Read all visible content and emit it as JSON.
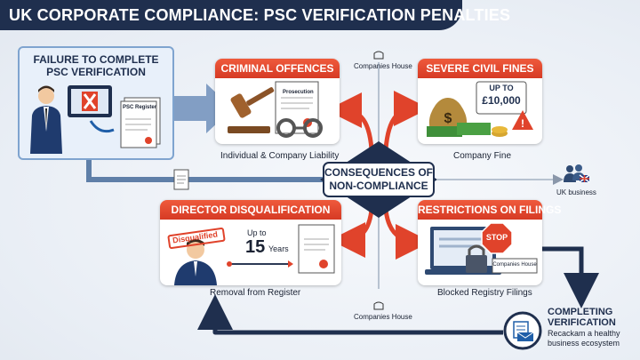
{
  "title": "UK CORPORATE COMPLIANCE: PSC VERIFICATION PENALTIES",
  "failure": {
    "heading_line1": "FAILURE TO COMPLETE",
    "heading_line2": "PSC VERIFICATION",
    "doc_label": "PSC Register"
  },
  "center": {
    "line1": "CONSEQUENCES OF",
    "line2": "NON-COMPLIANCE"
  },
  "labels": {
    "companies_house_top": "Companies House",
    "companies_house_bottom": "Companies House",
    "uk_business": "UK business"
  },
  "criminal": {
    "title": "CRIMINAL OFFENCES",
    "doc_label": "Prosecution",
    "caption": "Individual & Company Liability"
  },
  "fines": {
    "title": "SEVERE CIVIL FINES",
    "amount_line1": "UP TO",
    "amount_line2": "£10,000",
    "caption": "Company Fine"
  },
  "disqual": {
    "title": "DIRECTOR DISQUALIFICATION",
    "stamp": "Disqualified",
    "up_to": "Up to",
    "number": "15",
    "unit": "Years",
    "caption": "Removal from Register"
  },
  "restrict": {
    "title": "RESTRICTIONS ON FILINGS",
    "stop": "STOP",
    "ch_label": "Companies House",
    "caption": "Blocked Registry Filings"
  },
  "completing": {
    "line1": "COMPLETING",
    "line2": "VERIFICATION",
    "desc1": "Recackam a healthy",
    "desc2": "business ecosystem"
  },
  "colors": {
    "navy": "#1f2f4e",
    "red": "#e0432b",
    "steel": "#5f7fa8",
    "card_border": "#7fa4cf"
  }
}
